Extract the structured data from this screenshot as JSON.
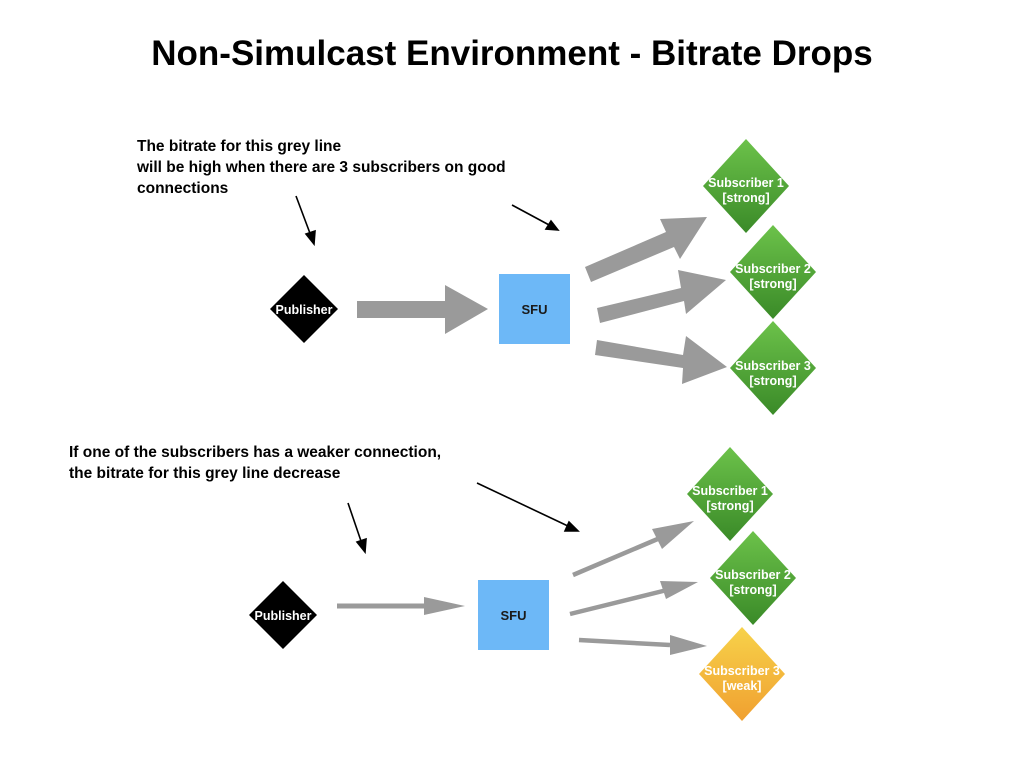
{
  "title": "Non-Simulcast Environment - Bitrate Drops",
  "top": {
    "note_lines": [
      "The bitrate for this grey line",
      "will be high when there are 3 subscribers on good",
      "connections"
    ],
    "publisher": "Publisher",
    "sfu": "SFU",
    "subscribers": [
      {
        "name": "Subscriber 1",
        "status": "[strong]"
      },
      {
        "name": "Subscriber 2",
        "status": "[strong]"
      },
      {
        "name": "Subscriber 3",
        "status": "[strong]"
      }
    ]
  },
  "bottom": {
    "note_lines": [
      "If one of the subscribers has a weaker connection,",
      "the bitrate for this grey line decrease"
    ],
    "publisher": "Publisher",
    "sfu": "SFU",
    "subscribers": [
      {
        "name": "Subscriber 1",
        "status": "[strong]"
      },
      {
        "name": "Subscriber 2",
        "status": "[strong]"
      },
      {
        "name": "Subscriber 3",
        "status": "[weak]"
      }
    ]
  },
  "colors": {
    "publisher": "#000000",
    "sfu": "#6db8f7",
    "strong_top": "#6cc24a",
    "strong_bottom": "#3a8a28",
    "weak_top": "#f7d24a",
    "weak_bottom": "#f0a030",
    "arrow": "#9a9a9a"
  }
}
